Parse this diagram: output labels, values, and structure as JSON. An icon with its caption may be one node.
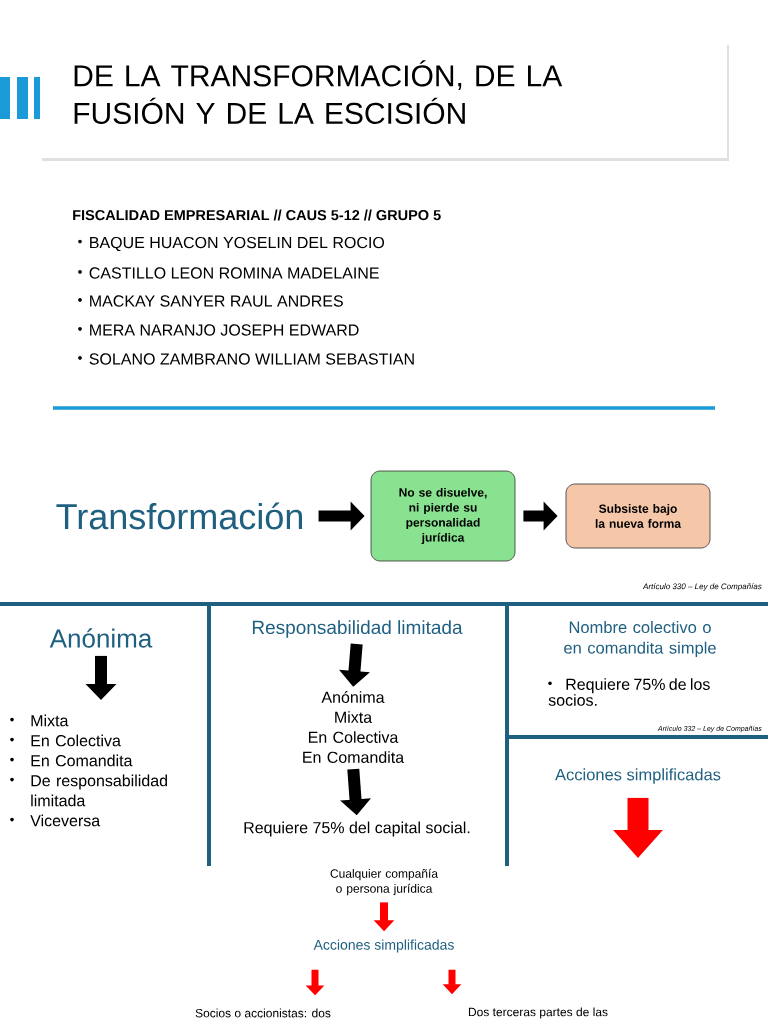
{
  "diagram": {
    "title": "DE LA TRANSFORMACIÓN, DE LA FUSIÓN Y DE LA ESCISIÓN",
    "nodes": [
      {
        "text": [
          "Transformación"
        ]
      },
      {
        "text": [
          "No se disuelve, ni pierde su personalidad jurídica"
        ]
      },
      {
        "text": [
          "Subsiste bajo la nueva forma"
        ]
      },
      {
        "text": [
          "Anónima"
        ]
      },
      {
        "text": [
          "Mixta",
          "En Colectiva",
          "En Comandita",
          "De responsabilidad limitada",
          "Viceversa"
        ]
      },
      {
        "text": [
          "Responsabilidad limitada"
        ]
      },
      {
        "text": [
          "Anónima",
          "Mixta",
          "En Colectiva",
          "En Comandita"
        ]
      },
      {
        "text": [
          "Requiere 75% del capital social."
        ]
      },
      {
        "text": [
          "Nombre colectivo o en comandita simple"
        ]
      },
      {
        "text": [
          "Acciones simplificadas"
        ]
      },
      {
        "text": [
          "Cualquier compañía o persona jurídica"
        ]
      },
      {
        "text": [
          "Acciones simplificadas"
        ]
      },
      {
        "text": [
          "Socios o accionistas: dos"
        ]
      },
      {
        "text": [
          "Dos terceras partes de las"
        ]
      }
    ],
    "edges": [
      {
        "from": 0,
        "to": 1,
        "arrow": "to"
      },
      {
        "from": 1,
        "to": 2,
        "arrow": "to"
      },
      {
        "from": 3,
        "to": 4,
        "arrow": "to"
      },
      {
        "from": 5,
        "to": 6,
        "arrow": "to"
      },
      {
        "from": 6,
        "to": 7,
        "arrow": "to"
      },
      {
        "from": 9,
        "to": null,
        "arrow": "to",
        "style": "thick",
        "color": "#ff0000"
      },
      {
        "from": 10,
        "to": 11,
        "arrow": "to",
        "color": "#ff0000"
      },
      {
        "from": 11,
        "to": 12,
        "arrow": "to",
        "color": "#ff0000"
      },
      {
        "from": 11,
        "to": 13,
        "arrow": "to",
        "color": "#ff0000"
      }
    ],
    "labels": [
      "FISCALIDAD EMPRESARIAL // CAUS 5-12 // GRUPO 5",
      "BAQUE HUACON YOSELIN DEL ROCIO",
      "CASTILLO LEON ROMINA MADELAINE",
      "MACKAY SANYER RAUL ANDRES",
      "MERA NARANJO JOSEPH EDWARD",
      "SOLANO ZAMBRANO WILLIAM SEBASTIAN",
      "Artículo 330 – Ley de Compañías",
      "Requiere 75% de los socios.",
      "Artículo 332 – Ley de Compañías"
    ]
  }
}
